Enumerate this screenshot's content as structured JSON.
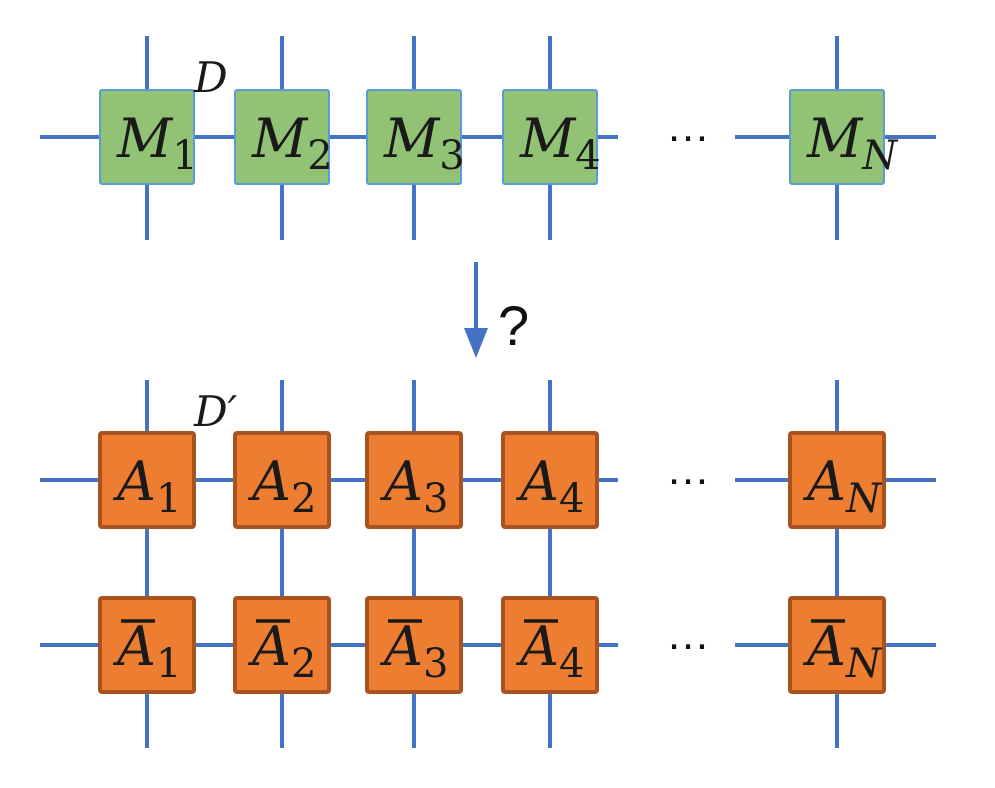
{
  "colors": {
    "bond": "#4472c4",
    "m_fill": "#92c374",
    "m_stroke": "#5b9bd5",
    "a_fill": "#ed7d31",
    "a_stroke": "#a85220",
    "text": "#1a1a1a"
  },
  "rows": [
    {
      "id": "mpo",
      "shape": "mpo-tensor",
      "base": "M",
      "overbar": false,
      "subscripts": [
        "1",
        "2",
        "3",
        "4",
        "N"
      ]
    },
    {
      "id": "mps",
      "shape": "mps-tensor",
      "base": "A",
      "overbar": false,
      "subscripts": [
        "1",
        "2",
        "3",
        "4",
        "N"
      ]
    },
    {
      "id": "mps-conj",
      "shape": "mps-conj-tensor",
      "base": "A",
      "overbar": true,
      "subscripts": [
        "1",
        "2",
        "3",
        "4",
        "N"
      ]
    }
  ],
  "bond_labels": {
    "mpo": "D",
    "mps": "D′"
  },
  "ellipsis": "…",
  "arrow_label": "?"
}
